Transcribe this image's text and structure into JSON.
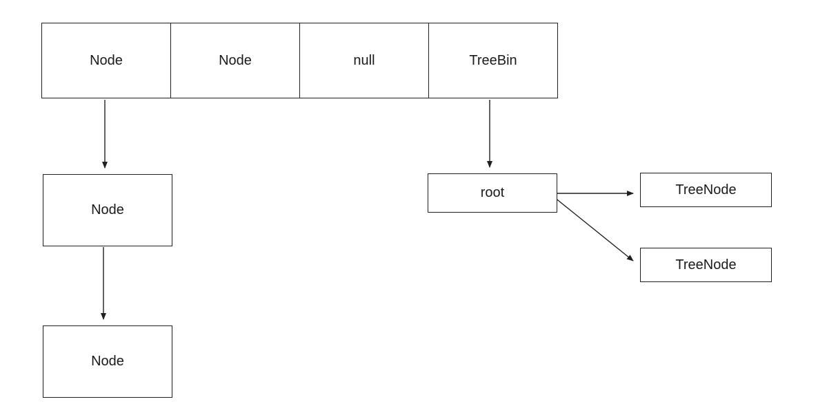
{
  "diagram": {
    "description": "Hash bucket array with linked-list Node chain and TreeBin pointing to a red-black tree root with TreeNode children",
    "array_cells": [
      {
        "label": "Node"
      },
      {
        "label": "Node"
      },
      {
        "label": "null"
      },
      {
        "label": "TreeBin"
      }
    ],
    "nodes": {
      "list_node_1": {
        "label": "Node"
      },
      "list_node_2": {
        "label": "Node"
      },
      "root": {
        "label": "root"
      },
      "tree_node_1": {
        "label": "TreeNode"
      },
      "tree_node_2": {
        "label": "TreeNode"
      }
    },
    "edges": [
      {
        "from": "array-cell-0",
        "to": "list-node-1"
      },
      {
        "from": "list-node-1",
        "to": "list-node-2"
      },
      {
        "from": "array-cell-3",
        "to": "root-node"
      },
      {
        "from": "root-node",
        "to": "tree-node-1"
      },
      {
        "from": "root-node",
        "to": "tree-node-2"
      }
    ],
    "colors": {
      "stroke": "#1f1f1f",
      "background": "#ffffff",
      "text": "#1a1a1a"
    }
  }
}
